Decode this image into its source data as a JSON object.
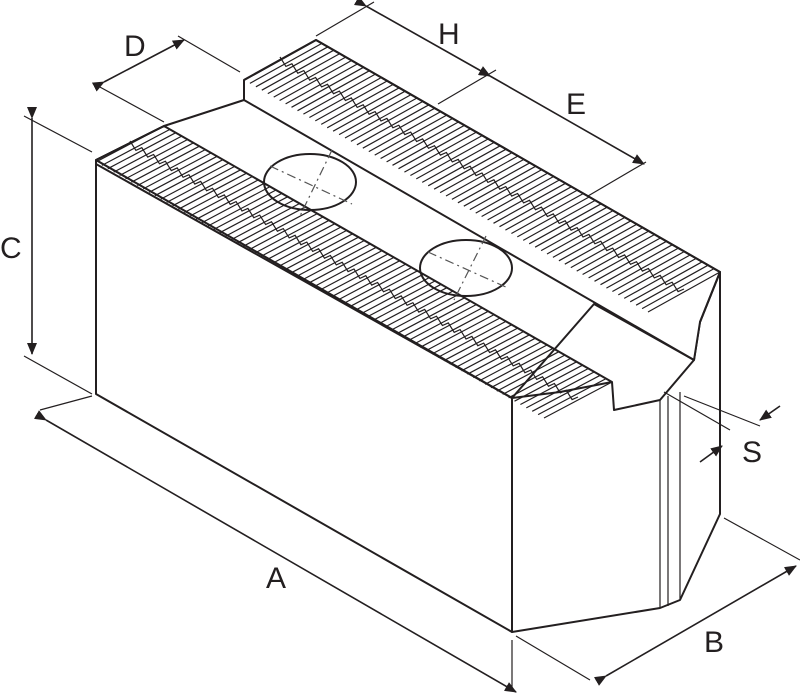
{
  "dimensions": {
    "A": "A",
    "B": "B",
    "C": "C",
    "D": "D",
    "E": "E",
    "H": "H",
    "S": "S"
  },
  "colors": {
    "line": "#231f20",
    "centerline": "#555555",
    "background": "#ffffff"
  }
}
